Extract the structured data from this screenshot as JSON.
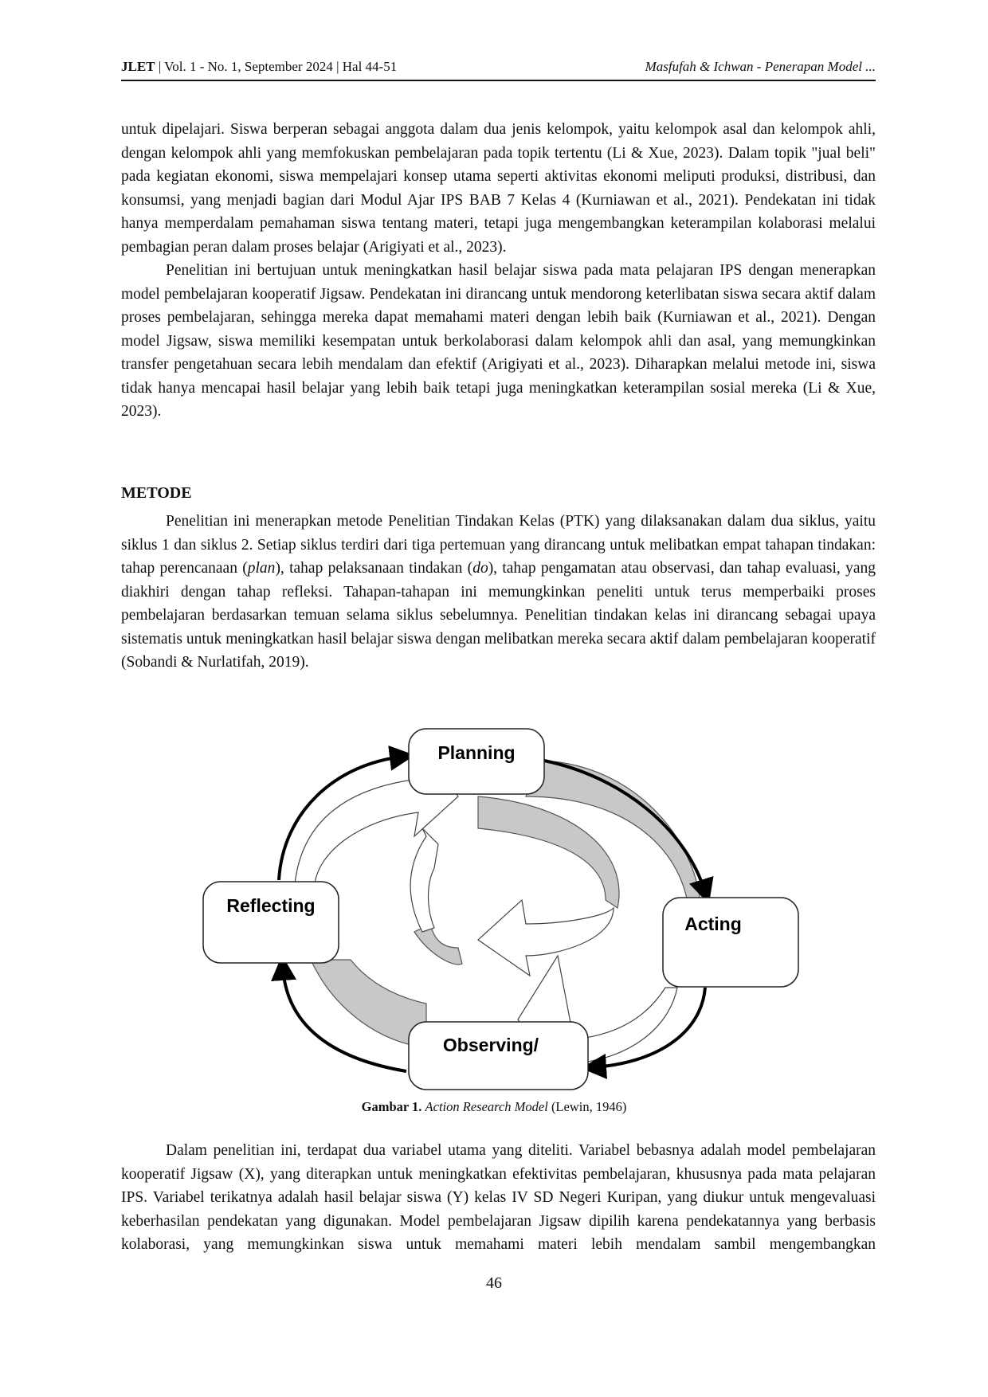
{
  "header": {
    "journal": "JLET",
    "issue": "Vol. 1 - No. 1, September 2024",
    "pages": "Hal 44-51",
    "running_title": "Masfufah & Ichwan - Penerapan Model ..."
  },
  "paragraphs": [
    "untuk dipelajari. Siswa berperan sebagai anggota dalam dua jenis kelompok, yaitu kelompok asal dan kelompok ahli, dengan kelompok ahli yang memfokuskan pembelajaran pada topik tertentu (Li & Xue, 2023). Dalam topik \"jual beli\" pada kegiatan ekonomi, siswa mempelajari konsep utama seperti aktivitas ekonomi meliputi produksi, distribusi, dan konsumsi, yang menjadi bagian dari Modul Ajar IPS BAB 7 Kelas 4 (Kurniawan et al., 2021). Pendekatan ini tidak hanya memperdalam pemahaman siswa tentang materi, tetapi juga mengembangkan keterampilan kolaborasi melalui pembagian peran dalam proses belajar (Arigiyati et al., 2023).",
    "Penelitian ini bertujuan untuk meningkatkan hasil belajar siswa pada mata pelajaran IPS dengan menerapkan model pembelajaran kooperatif Jigsaw. Pendekatan ini dirancang untuk mendorong keterlibatan siswa secara aktif dalam proses pembelajaran, sehingga mereka dapat memahami materi dengan lebih baik (Kurniawan et al., 2021). Dengan model Jigsaw, siswa memiliki kesempatan untuk berkolaborasi dalam kelompok ahli dan asal, yang memungkinkan transfer pengetahuan secara lebih mendalam dan efektif (Arigiyati et al., 2023). Diharapkan melalui metode ini, siswa tidak hanya mencapai hasil belajar yang lebih baik tetapi juga meningkatkan keterampilan sosial mereka (Li & Xue, 2023)."
  ],
  "section_heading": "METODE",
  "metode": {
    "part1": "Penelitian ini menerapkan metode Penelitian Tindakan Kelas (PTK) yang dilaksanakan dalam dua siklus, yaitu siklus 1 dan siklus 2. Setiap siklus terdiri dari tiga pertemuan yang dirancang untuk melibatkan empat tahapan tindakan: tahap perencanaan (",
    "plan": "plan",
    "part2": "), tahap pelaksanaan tindakan (",
    "do": "do",
    "part3": "), tahap pengamatan atau observasi, dan tahap evaluasi, yang diakhiri dengan tahap refleksi. Tahapan-tahapan ini memungkinkan peneliti untuk terus memperbaiki proses pembelajaran berdasarkan temuan selama siklus sebelumnya. Penelitian tindakan kelas ini dirancang sebagai upaya sistematis untuk meningkatkan hasil belajar siswa dengan melibatkan mereka secara aktif dalam pembelajaran kooperatif (Sobandi & Nurlatifah, 2019)."
  },
  "figure": {
    "boxes": {
      "planning": "Planning",
      "acting": "Acting",
      "observing": "Observing/",
      "reflecting": "Reflecting"
    },
    "caption_label": "Gambar 1.",
    "caption_title": "Action Research Model",
    "caption_source": "(Lewin, 1946)"
  },
  "after_figure": "Dalam penelitian ini, terdapat dua variabel utama yang diteliti. Variabel bebasnya adalah model pembelajaran kooperatif Jigsaw (X), yang diterapkan untuk meningkatkan efektivitas pembelajaran, khususnya pada mata pelajaran IPS. Variabel terikatnya adalah hasil belajar siswa (Y) kelas IV SD Negeri Kuripan, yang diukur untuk mengevaluasi keberhasilan pendekatan yang digunakan. Model pembelajaran Jigsaw dipilih karena pendekatannya yang berbasis kolaborasi, yang memungkinkan siswa untuk memahami materi lebih mendalam sambil mengembangkan",
  "page_number": "46"
}
